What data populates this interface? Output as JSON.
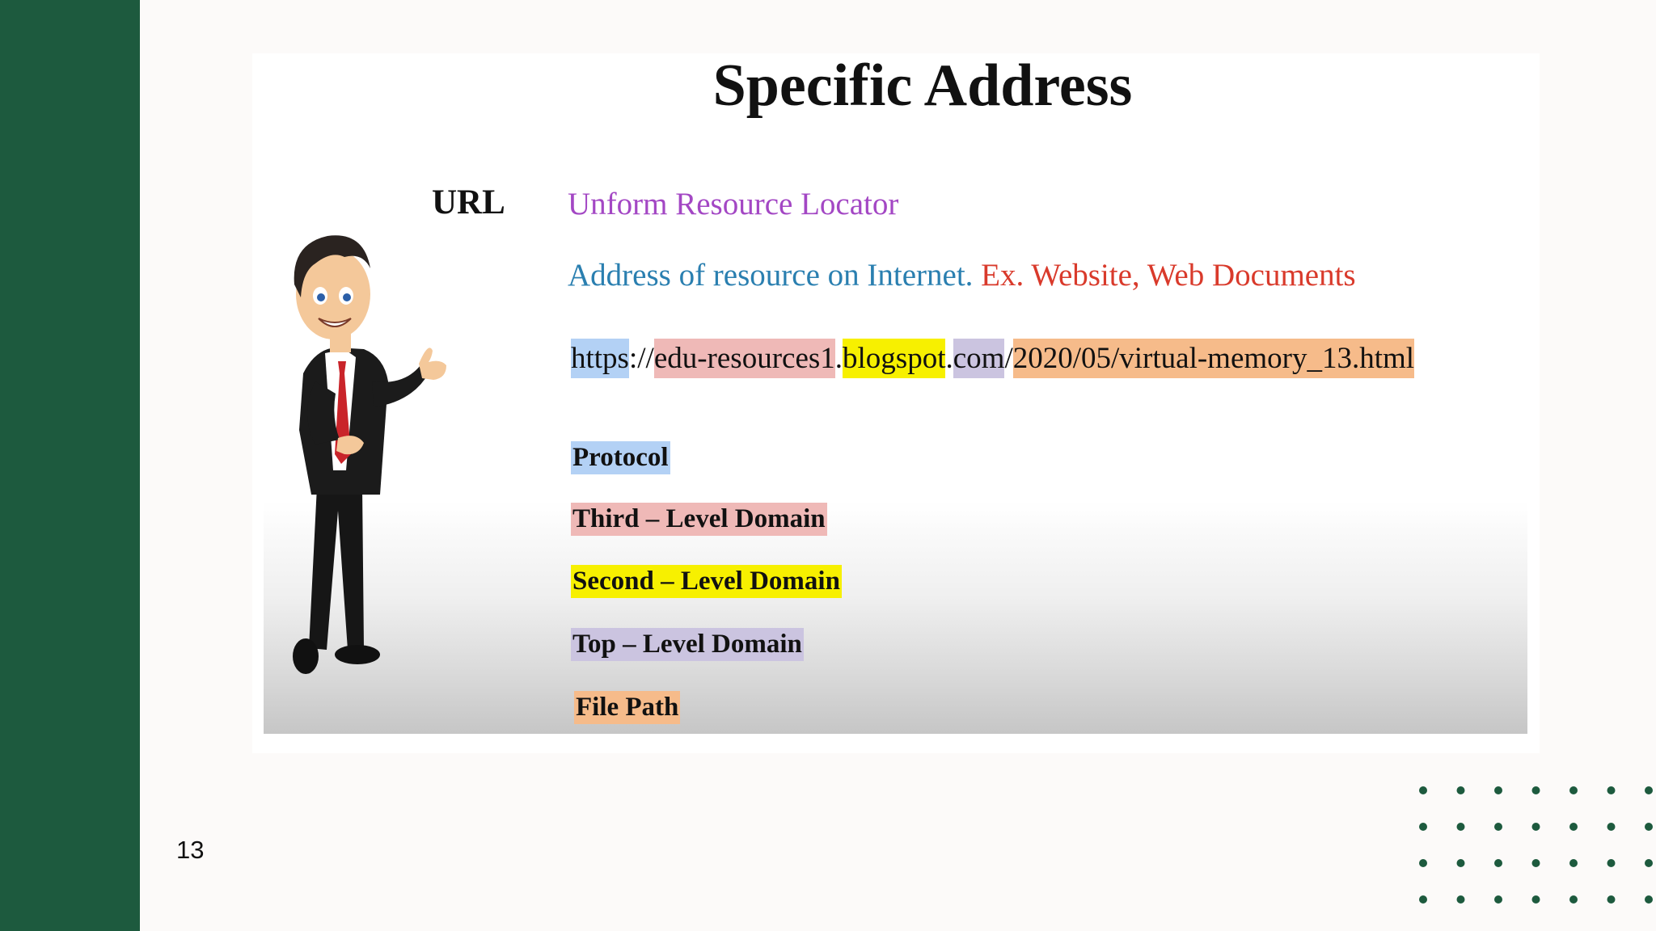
{
  "slide": {
    "title": "Specific Address",
    "url_label": "URL",
    "definition": "Unform Resource Locator",
    "description_part1": "Address of resource on Internet.",
    "description_part2": "Ex. Website, Web Documents",
    "example_url": {
      "protocol": "https",
      "sep1": "://",
      "third_level": "edu-resources1",
      "dot1": ".",
      "second_level": "blogspot",
      "dot2": ".",
      "top_level": "com",
      "sep2": "/",
      "file_path": "2020/05/virtual-memory_13.html"
    },
    "legend": {
      "protocol": "Protocol",
      "third": "Third – Level Domain",
      "second": "Second – Level Domain",
      "top": "Top – Level Domain",
      "path": "File Path"
    },
    "colors": {
      "protocol": "#b3d1f5",
      "third_level": "#efb9b7",
      "second_level": "#f7f000",
      "top_level": "#cbc4e0",
      "file_path": "#f6bb8a",
      "sidebar": "#1d5a3e"
    }
  },
  "page_number": "13"
}
